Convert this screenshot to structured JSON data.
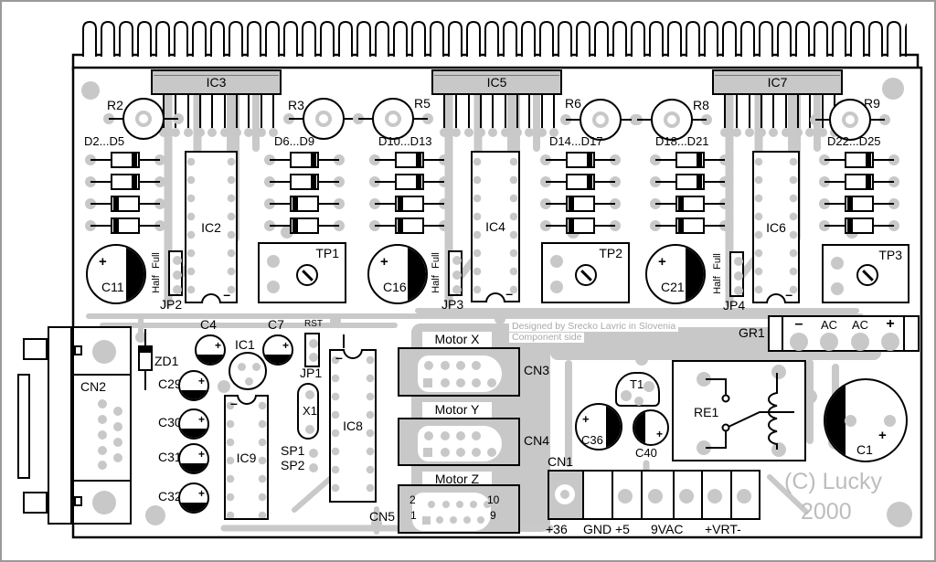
{
  "marks": {
    "plus": "+",
    "minus": "–"
  },
  "power_ics": [
    {
      "label": "IC3"
    },
    {
      "label": "IC5"
    },
    {
      "label": "IC7"
    }
  ],
  "resistors": [
    {
      "label": "R2"
    },
    {
      "label": "R3"
    },
    {
      "label": "R5"
    },
    {
      "label": "R6"
    },
    {
      "label": "R8"
    },
    {
      "label": "R9"
    }
  ],
  "diode_groups": [
    {
      "label": "D2...D5"
    },
    {
      "label": "D6...D9"
    },
    {
      "label": "D10...D13"
    },
    {
      "label": "D14...D17"
    },
    {
      "label": "D18...D21"
    },
    {
      "label": "D22...D25"
    }
  ],
  "driver_ics": [
    {
      "label": "IC2"
    },
    {
      "label": "IC4"
    },
    {
      "label": "IC6"
    }
  ],
  "trimmers": [
    {
      "label": "TP1"
    },
    {
      "label": "TP2"
    },
    {
      "label": "TP3"
    }
  ],
  "jumpers": [
    {
      "label": "JP2",
      "top": "Full",
      "bottom": "Half"
    },
    {
      "label": "JP3",
      "top": "Full",
      "bottom": "Half"
    },
    {
      "label": "JP4",
      "top": "Full",
      "bottom": "Half"
    }
  ],
  "capacitors": {
    "c11": "C11",
    "c16": "C16",
    "c21": "C21",
    "c4": "C4",
    "c7": "C7",
    "c29": "C29",
    "c30": "C30",
    "c31": "C31",
    "c32": "C32",
    "c36": "C36",
    "c40": "C40",
    "c1": "C1"
  },
  "semis": {
    "zd1": "ZD1",
    "ic1": "IC1",
    "t1": "T1",
    "ic8": "IC8",
    "ic9": "IC9",
    "x1": "X1",
    "re1": "RE1"
  },
  "sp": {
    "sp1": "SP1",
    "sp2": "SP2"
  },
  "jp1": {
    "label": "JP1",
    "rst": "RST"
  },
  "cn2": {
    "label": "CN2"
  },
  "motor_connectors": [
    {
      "title": "Motor X",
      "label": "CN3"
    },
    {
      "title": "Motor Y",
      "label": "CN4"
    },
    {
      "title": "Motor Z",
      "label": "CN5",
      "pins": {
        "top_left": "2",
        "top_right": "10",
        "bottom_left": "1",
        "bottom_right": "9"
      }
    }
  ],
  "gr1": {
    "label": "GR1",
    "terminals": [
      "–",
      "AC",
      "AC",
      "+"
    ]
  },
  "cn1": {
    "label": "CN1",
    "terminals": [
      "+36",
      "GND",
      "+5",
      "9VAC",
      "+VRT-"
    ]
  },
  "watermark": {
    "line1": "Designed by Srecko Lavric in Slovenia",
    "line2": "Component side"
  },
  "copyright": {
    "line1": "(C) Lucky",
    "line2": "2000"
  },
  "colors": {
    "trace": "#c9c9c9",
    "pad": "#c8c8c8",
    "silk": "#000000",
    "ghost_text": "#bdbdbd"
  }
}
